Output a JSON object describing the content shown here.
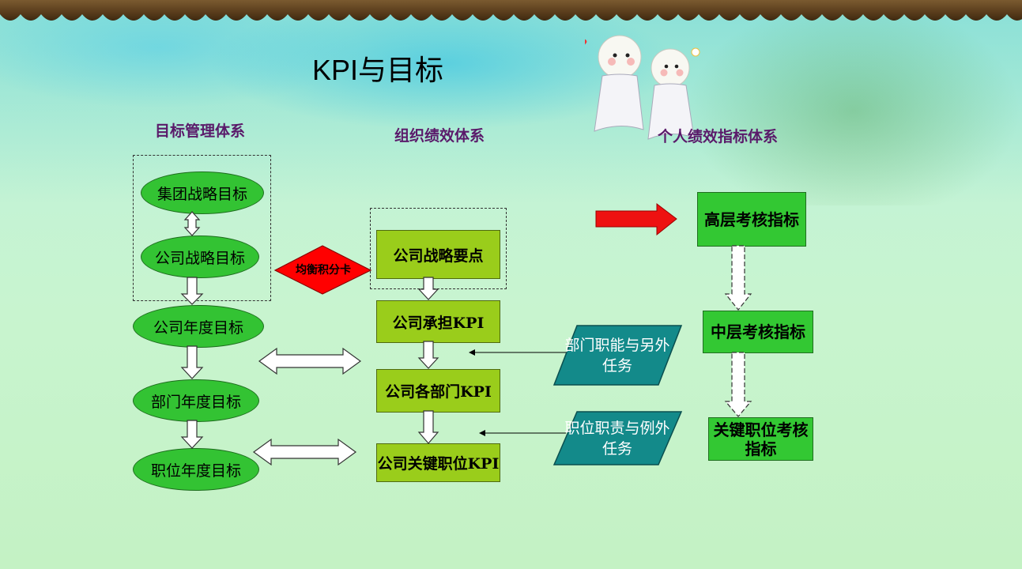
{
  "title": "KPI与目标",
  "columns": {
    "goals": "目标管理体系",
    "org": "组织绩效体系",
    "personal": "个人绩效指标体系"
  },
  "goals": [
    "集团战略目标",
    "公司战略目标",
    "公司年度目标",
    "部门年度目标",
    "职位年度目标"
  ],
  "balanced_scorecard": "均衡积分卡",
  "org": [
    "公司战略要点",
    "公司承担KPI",
    "公司各部门KPI",
    "公司关键职位KPI"
  ],
  "inputs": [
    "部门职能与另外任务",
    "职位职责与例外任务"
  ],
  "personal": [
    "高层考核指标",
    "中层考核指标",
    "关键职位考核指标"
  ],
  "colors": {
    "ellipse": "#33c333",
    "org_box": "#9acd1b",
    "personal_box": "#33c833",
    "parallelogram": "#138a8a",
    "diamond": "#ff0000",
    "red_arrow": "#ee1111",
    "heading": "#5a1a6a"
  }
}
